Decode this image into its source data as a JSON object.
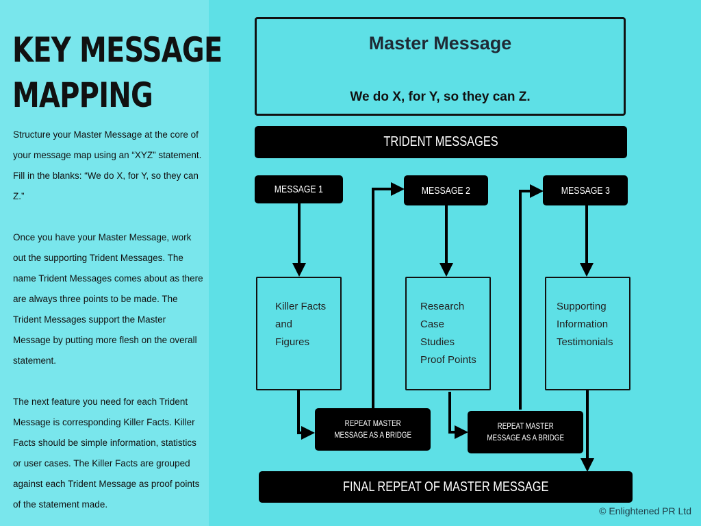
{
  "sidebar": {
    "title_line1": "KEY MESSAGE",
    "title_line2": "MAPPING",
    "paragraphs": [
      "Structure your Master Message at the core of your message map using an “XYZ” statement. Fill in the blanks: “We do X, for Y, so they can Z.”",
      "Once you have your Master Message, work out the supporting Trident Messages. The name Trident Messages comes about as there are always three points to be made. The Trident Messages support the Master Message by putting more flesh on the overall statement.",
      "The next feature you need for each Trident Message is corresponding Killer Facts. Killer Facts should be simple information, statistics or user cases. The Killer Facts are grouped against each Trident Message as proof points of the statement made."
    ]
  },
  "diagram": {
    "master_title": "Master Message",
    "master_statement": "We do X, for Y, so they can Z.",
    "trident_header": "TRIDENT MESSAGES",
    "messages": [
      "MESSAGE 1",
      "MESSAGE 2",
      "MESSAGE 3"
    ],
    "facts": [
      [
        "Killer Facts",
        "and",
        "Figures"
      ],
      [
        "Research",
        "Case",
        "Studies",
        "Proof Points"
      ],
      [
        "Supporting",
        "Information",
        "Testimonials"
      ]
    ],
    "bridges": [
      [
        "REPEAT MASTER",
        "MESSAGE AS A BRIDGE"
      ],
      [
        "REPEAT MASTER",
        "MESSAGE AS A BRIDGE"
      ]
    ],
    "final": "FINAL REPEAT OF MASTER MESSAGE"
  },
  "footer": {
    "copyright": "© Enlightened PR Ltd"
  }
}
